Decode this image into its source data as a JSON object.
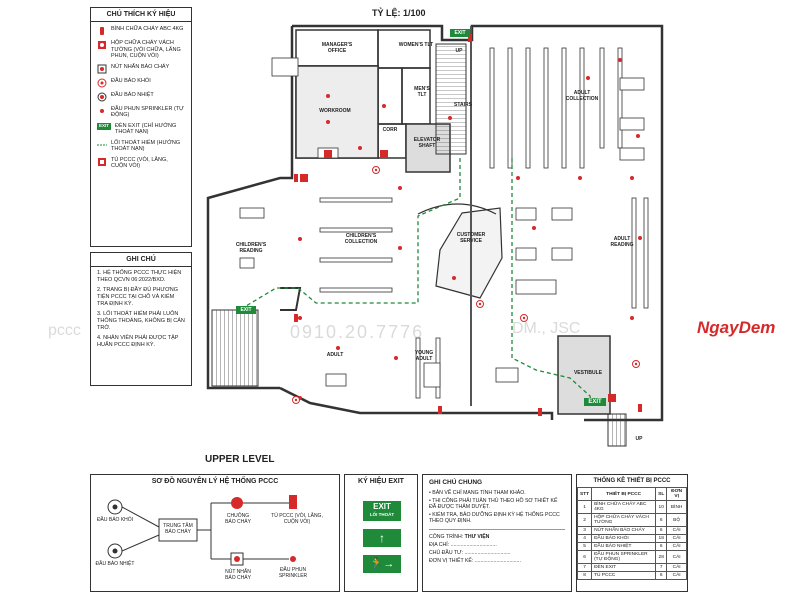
{
  "scale": "TỶ LỆ: 1/100",
  "level": "UPPER LEVEL",
  "watermark": {
    "left": "pccc",
    "phone": "0910.20.7776",
    "right": "DM., JSC"
  },
  "brand": "NgayDem",
  "legend": {
    "title": "CHÚ THÍCH KÝ HIỆU",
    "items": [
      {
        "icon": "extinguisher-icon",
        "label": "BÌNH CHỮA CHÁY ABC 4KG"
      },
      {
        "icon": "hose-cabinet-icon",
        "label": "HỘP CHỮA CHÁY VÁCH TƯỜNG (VÒI CHỮA, LĂNG PHUN, CUỘN VÒI)"
      },
      {
        "icon": "alarm-button-icon",
        "label": "NÚT NHẤN BÁO CHÁY"
      },
      {
        "icon": "smoke-detector-icon",
        "label": "ĐẦU BÁO KHÓI"
      },
      {
        "icon": "heat-detector-icon",
        "label": "ĐẦU BÁO NHIỆT"
      },
      {
        "icon": "sprinkler-icon",
        "label": "ĐẦU PHUN SPRINKLER (TỰ ĐỘNG)"
      },
      {
        "icon": "exit-sign-icon",
        "label": "ĐÈN EXIT (CHỈ HƯỚNG THOÁT NẠN)"
      },
      {
        "icon": "escape-route-icon",
        "label": "LỐI THOÁT HIỂM (HƯỚNG THOÁT NẠN)"
      },
      {
        "icon": "fire-cabinet-icon",
        "label": "TỦ PCCC (VÒI, LĂNG, CUỘN VÒI)"
      }
    ],
    "exit_short": "EXIT"
  },
  "notes": {
    "title": "GHI CHÚ",
    "items": [
      "1. HỆ THỐNG PCCC THỰC HIỆN THEO QCVN 06:2022/BXD.",
      "2. TRANG BỊ ĐẦY ĐỦ PHƯƠNG TIỆN PCCC TẠI CHỖ VÀ KIỂM TRA ĐỊNH KỲ.",
      "3. LỐI THOÁT HIỂM PHẢI LUÔN THÔNG THOÁNG, KHÔNG BỊ CẢN TRỞ.",
      "4. NHÂN VIÊN PHẢI ĐƯỢC TẬP HUẤN PCCC ĐỊNH KỲ."
    ]
  },
  "rooms": {
    "manager": "MANAGER'S OFFICE",
    "womens": "WOMEN'S TLT",
    "mens": "MEN'S TLT",
    "workroom": "WORKROOM",
    "corr": "CORR",
    "elevator": "ELEVATOR SHAFT",
    "stairs": "STAIRS",
    "adult_collection": "ADULT COLLECTION",
    "childrens_collection": "CHILDREN'S COLLECTION",
    "childrens_reading": "CHILDREN'S READING",
    "customer_service": "CUSTOMER SERVICE",
    "adult_reading": "ADULT READING",
    "young_adult": "YOUNG ADULT",
    "adult": "ADULT",
    "vestibule": "VESTIBULE",
    "up": "UP",
    "exit": "EXIT"
  },
  "schematic": {
    "title": "SƠ ĐỒ NGUYÊN LÝ HỆ THỐNG PCCC",
    "smoke": "ĐẦU BÁO KHÓI",
    "heat": "ĐẦU BÁO NHIỆT",
    "center": "TRUNG TÂM BÁO CHÁY",
    "bell": "CHUÔNG BÁO CHÁY",
    "button": "NÚT NHẤN BÁO CHÁY",
    "cabinet": "TỦ PCCC (VÒI, LĂNG, CUỘN VÒI)",
    "sprinkler": "ĐẦU PHUN SPRINKLER"
  },
  "exit_signs": {
    "title": "KÝ HIỆU EXIT",
    "exit": "EXIT",
    "exit_sub": "LỐI THOÁT"
  },
  "general": {
    "title": "GHI CHÚ CHUNG",
    "items": [
      "• BẢN VẼ CHỈ MANG TÍNH THAM KHẢO.",
      "• THI CÔNG PHẢI TUÂN THỦ THEO HỒ SƠ THIẾT KẾ ĐÃ ĐƯỢC THẨM DUYỆT.",
      "• KIỂM TRA, BẢO DƯỠNG ĐỊNH KỲ HỆ THỐNG PCCC THEO QUY ĐỊNH."
    ],
    "project_label": "CÔNG TRÌNH:",
    "project_value": "THƯ VIỆN",
    "address_label": "ĐỊA CHỈ:",
    "owner_label": "CHỦ ĐẦU TƯ:",
    "designer_label": "ĐƠN VỊ THIẾT KẾ:",
    "blank": "................................"
  },
  "stats": {
    "title": "THỐNG KÊ THIẾT BỊ PCCC",
    "headers": [
      "STT",
      "THIẾT BỊ PCCC",
      "SL",
      "ĐƠN VỊ"
    ],
    "rows": [
      [
        "1",
        "BÌNH CHỮA CHÁY ABC 4KG",
        "10",
        "BÌNH"
      ],
      [
        "2",
        "HỘP CHỮA CHÁY VÁCH TƯỜNG",
        "6",
        "BỘ"
      ],
      [
        "3",
        "NÚT NHẤN BÁO CHÁY",
        "6",
        "CÁI"
      ],
      [
        "4",
        "ĐẦU BÁO KHÓI",
        "18",
        "CÁI"
      ],
      [
        "5",
        "ĐẦU BÁO NHIỆT",
        "6",
        "CÁI"
      ],
      [
        "6",
        "ĐẦU PHUN SPRINKLER (TỰ ĐỘNG)",
        "28",
        "CÁI"
      ],
      [
        "7",
        "ĐÈN EXIT",
        "7",
        "CÁI"
      ],
      [
        "8",
        "TỦ PCCC",
        "6",
        "CÁI"
      ]
    ]
  },
  "colors": {
    "fire": "#d62a2a",
    "exit": "#1f8a3a",
    "wall": "#333333"
  }
}
